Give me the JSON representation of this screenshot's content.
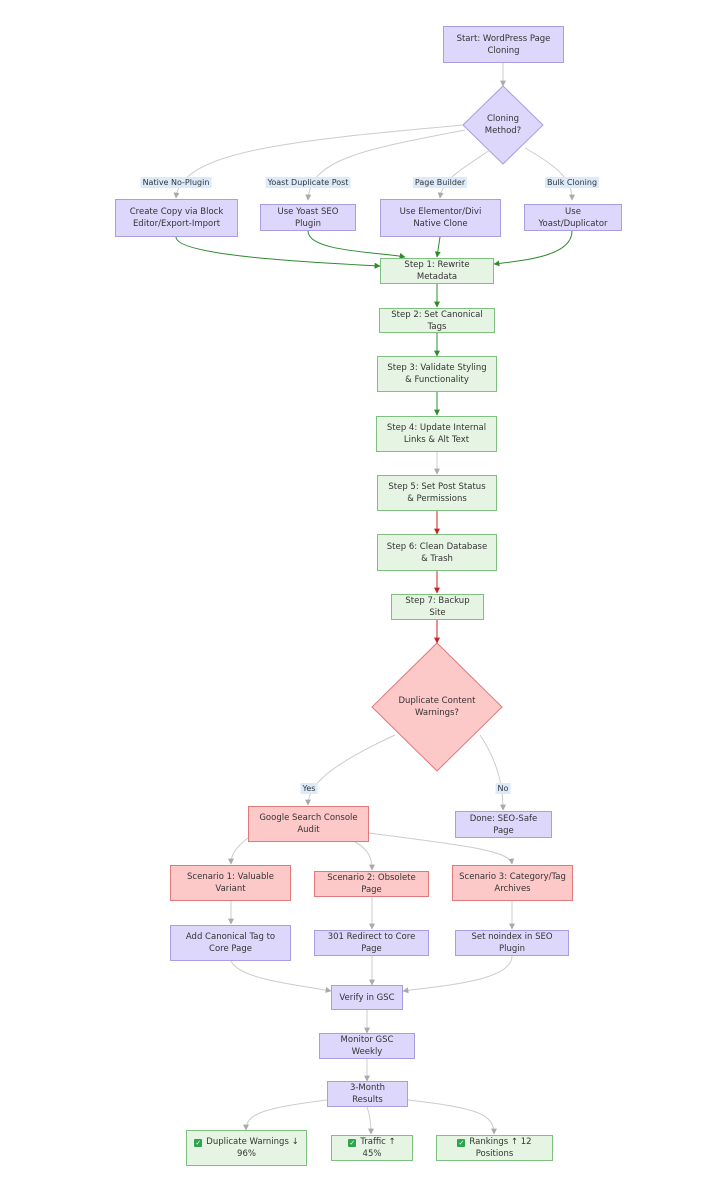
{
  "nodes": {
    "start": "Start: WordPress Page Cloning",
    "method": "Cloning Method?",
    "native": "Create Copy via Block Editor/Export-Import",
    "yoast_plugin": "Use Yoast SEO Plugin",
    "elementor": "Use Elementor/Divi Native Clone",
    "yoast_dup": "Use Yoast/Duplicator",
    "step1": "Step 1: Rewrite Metadata",
    "step2": "Step 2: Set Canonical Tags",
    "step3": "Step 3: Validate Styling & Functionality",
    "step4": "Step 4: Update Internal Links & Alt Text",
    "step5": "Step 5: Set Post Status & Permissions",
    "step6": "Step 6: Clean Database & Trash",
    "step7": "Step 7: Backup Site",
    "dup_warn": "Duplicate Content Warnings?",
    "gsc_audit": "Google Search Console Audit",
    "done": "Done: SEO-Safe Page",
    "scenario1": "Scenario 1: Valuable Variant",
    "scenario2": "Scenario 2: Obsolete Page",
    "scenario3": "Scenario 3: Category/Tag Archives",
    "canonical_core": "Add Canonical Tag to Core Page",
    "redirect": "301 Redirect to Core Page",
    "noindex": "Set noindex in SEO Plugin",
    "verify": "Verify in GSC",
    "monitor": "Monitor GSC Weekly",
    "results": "3-Month Results",
    "res_dup": "Duplicate Warnings ↓ 96%",
    "res_traffic": "Traffic ↑ 45%",
    "res_rank": "Rankings ↑ 12 Positions"
  },
  "edge_labels": {
    "native": "Native No-Plugin",
    "yoast": "Yoast Duplicate Post",
    "builder": "Page Builder",
    "bulk": "Bulk Cloning",
    "yes": "Yes",
    "no": "No"
  },
  "colors": {
    "purple_fill": "#ddd8fb",
    "green_fill": "#e6f5e3",
    "red_fill": "#fdc8c8",
    "edge_gray": "#cccccc",
    "edge_green": "#2e8b2e",
    "edge_red": "#cc2222"
  },
  "icons": {
    "result_check": "check-box-icon"
  }
}
